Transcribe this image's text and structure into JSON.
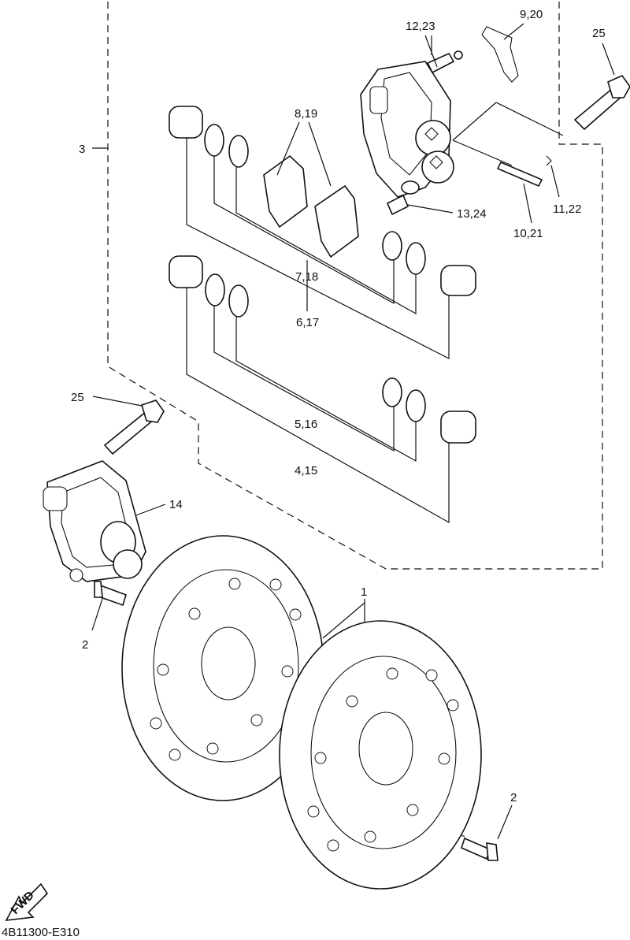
{
  "callouts": {
    "c_12_23": "12,23",
    "c_9_20": "9,20",
    "c_25_top": "25",
    "c_3": "3",
    "c_8_19": "8,19",
    "c_13_24": "13,24",
    "c_11_22": "11,22",
    "c_10_21": "10,21",
    "c_7_18": "7,18",
    "c_6_17": "6,17",
    "c_25_left": "25",
    "c_5_16": "5,16",
    "c_4_15": "4,15",
    "c_14": "14",
    "c_1": "1",
    "c_2_left": "2",
    "c_2_right": "2"
  },
  "fwd_label": "FWD",
  "diagram_code": "4B11300-E310"
}
